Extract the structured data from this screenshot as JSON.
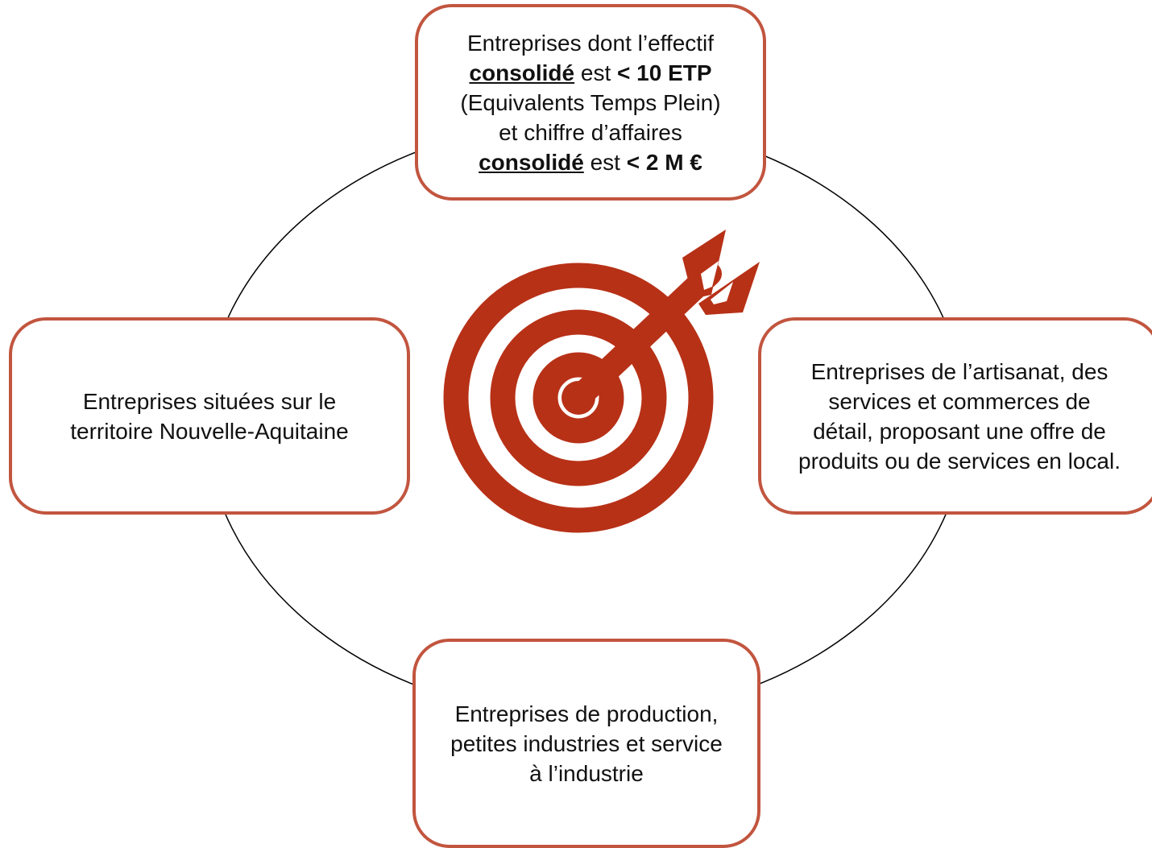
{
  "colors": {
    "accent": "#b73117",
    "box_border": "#c2553f",
    "ring_stroke": "#000000",
    "background": "#ffffff"
  },
  "center_icon": "target-with-arrow-icon",
  "boxes": {
    "top": {
      "line1": "Entreprises dont l’effectif",
      "line2_emphasis": "consolidé",
      "line2_mid": " est ",
      "line2_strong": "< 10 ETP",
      "line3": "(Equivalents Temps Plein)",
      "line4": "et chiffre d’affaires",
      "line5_emphasis": "consolidé",
      "line5_mid": " est ",
      "line5_strong": "<  2 M €"
    },
    "left": {
      "lines": [
        "Entreprises situées sur le",
        "territoire  Nouvelle-Aquitaine"
      ]
    },
    "right": {
      "lines": [
        "Entreprises de l’artisanat, des",
        "services et commerces de",
        "détail, proposant une offre de",
        "produits ou de services en local."
      ]
    },
    "bottom": {
      "lines": [
        "Entreprises de production,",
        "petites industries et service",
        "à l’industrie"
      ]
    }
  }
}
